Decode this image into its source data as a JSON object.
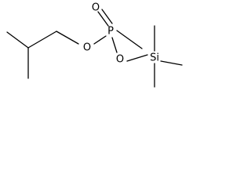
{
  "molecule": {
    "atoms": {
      "oxo_oxygen": "O",
      "phosphorus": "P",
      "ester_oxygen": "O",
      "silyl_oxygen": "O",
      "silicon": "Si"
    }
  }
}
